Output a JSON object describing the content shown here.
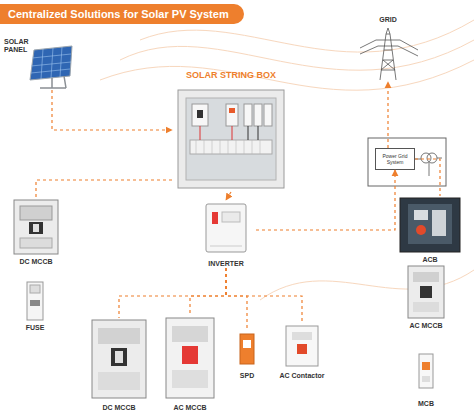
{
  "diagram": {
    "title": "Centralized Solutions for Solar PV System",
    "nodes": [
      {
        "text": [
          "SOLAR PANEL"
        ]
      },
      {
        "text": [
          "SOLAR STRING BOX"
        ]
      },
      {
        "text": [
          "GRID"
        ]
      },
      {
        "text": [
          "Power Grid System"
        ]
      },
      {
        "text": [
          "DC MCCB"
        ]
      },
      {
        "text": [
          "FUSE"
        ]
      },
      {
        "text": [
          "INVERTER"
        ]
      },
      {
        "text": [
          "ACB"
        ]
      },
      {
        "text": [
          "AC MCCB"
        ]
      },
      {
        "text": [
          "MCB"
        ]
      },
      {
        "text": [
          "DC MCCB"
        ]
      },
      {
        "text": [
          "AC MCCB"
        ]
      },
      {
        "text": [
          "SPD"
        ]
      },
      {
        "text": [
          "AC Contactor"
        ]
      }
    ],
    "edges": [
      {
        "from": 0,
        "to": 1,
        "arrow": "to"
      },
      {
        "from": 1,
        "to": 6,
        "arrow": "to"
      },
      {
        "from": 6,
        "to": 3,
        "arrow": "to"
      },
      {
        "from": 3,
        "to": 2,
        "arrow": "to"
      },
      {
        "from": 1,
        "to": 4,
        "arrow": "none"
      },
      {
        "from": 6,
        "to": 10,
        "arrow": "none"
      },
      {
        "from": 6,
        "to": 11,
        "arrow": "none"
      },
      {
        "from": 6,
        "to": 12,
        "arrow": "none"
      },
      {
        "from": 6,
        "to": 13,
        "arrow": "none"
      },
      {
        "from": 3,
        "to": 7,
        "arrow": "none"
      }
    ]
  }
}
